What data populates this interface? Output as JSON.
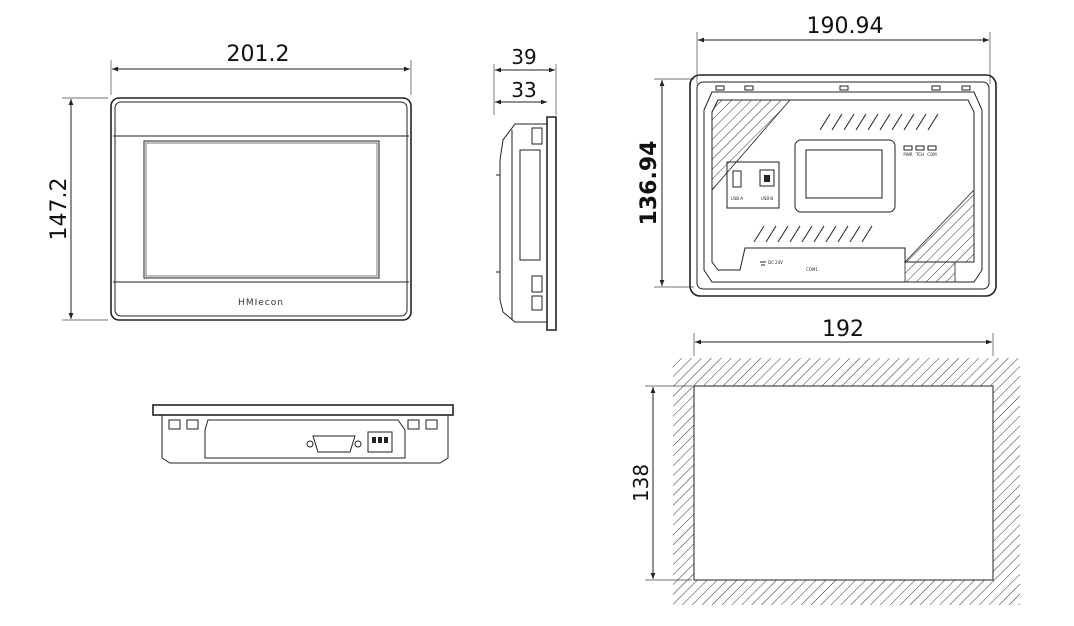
{
  "dimensions": {
    "front_width": "201.2",
    "front_height": "147.2",
    "side_depth_outer": "39",
    "side_depth_inner": "33",
    "rear_width": "190.94",
    "rear_height": "136.94",
    "cutout_width": "192",
    "cutout_height": "138"
  },
  "front": {
    "brand": "HMIecon"
  },
  "rear": {
    "usb_a_label": "USB-A",
    "usb_b_label": "USB-B",
    "indicator_labels": [
      "PWR",
      "TCH",
      "COM"
    ],
    "power_label": "DC 24V",
    "com_label": "COM1"
  },
  "colors": {
    "line": "#222222",
    "background": "#ffffff"
  }
}
